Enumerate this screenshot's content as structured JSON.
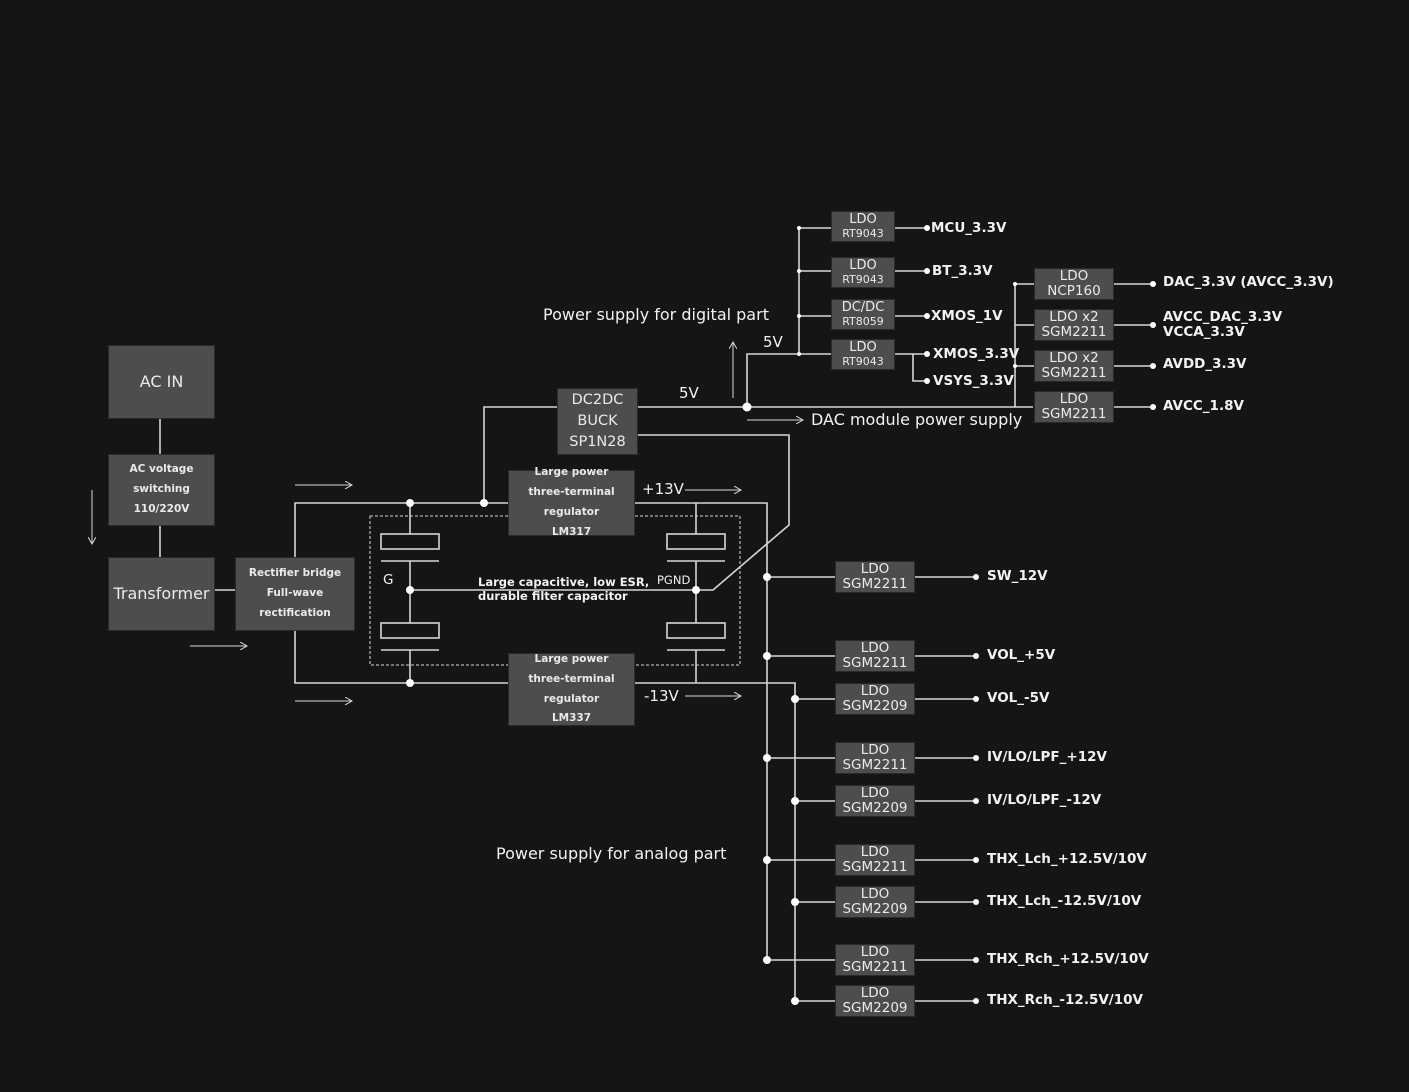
{
  "colors": {
    "background": "#151515",
    "box": "#4d4d4d",
    "wire": "#d6d6d6",
    "text": "#f2f2f2"
  },
  "sections": {
    "digital": "Power supply for digital part",
    "analog": "Power supply for analog part",
    "dac_module": "DAC module power supply"
  },
  "input_chain": {
    "ac_in": "AC IN",
    "ac_switch": [
      "AC voltage switching",
      "110/220V"
    ],
    "transformer": "Transformer",
    "rectifier": [
      "Rectifier bridge",
      "Full-wave rectification"
    ]
  },
  "regulators": {
    "lm317": [
      "Large power",
      "three-terminal regulator",
      "LM317"
    ],
    "lm337": [
      "Large power",
      "three-terminal regulator",
      "LM337"
    ],
    "pos_rail": "+13V",
    "neg_rail": "-13V"
  },
  "filter": {
    "ground_label": "G",
    "pgnd_label": "PGND",
    "caption": [
      "Large capacitive, low ESR,",
      "durable filter capacitor"
    ]
  },
  "dc2dc": {
    "lines": [
      "DC2DC",
      "BUCK",
      "SP1N28"
    ],
    "out_label": "5V",
    "branch_label": "5V"
  },
  "digital_regs": [
    {
      "type": "LDO",
      "part": "RT9043",
      "outputs": [
        "MCU_3.3V"
      ]
    },
    {
      "type": "LDO",
      "part": "RT9043",
      "outputs": [
        "BT_3.3V"
      ]
    },
    {
      "type": "DC/DC",
      "part": "RT8059",
      "outputs": [
        "XMOS_1V"
      ]
    },
    {
      "type": "LDO",
      "part": "RT9043",
      "outputs": [
        "XMOS_3.3V",
        "VSYS_3.3V"
      ]
    }
  ],
  "dac_regs": [
    {
      "type": "LDO",
      "part": "NCP160",
      "outputs": [
        "DAC_3.3V (AVCC_3.3V)"
      ]
    },
    {
      "type": "LDO x2",
      "part": "SGM2211",
      "outputs": [
        "AVCC_DAC_3.3V",
        "VCCA_3.3V"
      ]
    },
    {
      "type": "LDO x2",
      "part": "SGM2211",
      "outputs": [
        "AVDD_3.3V"
      ]
    },
    {
      "type": "LDO",
      "part": "SGM2211",
      "outputs": [
        "AVCC_1.8V"
      ]
    }
  ],
  "analog_regs": [
    {
      "type": "LDO",
      "part": "SGM2211",
      "output": "SW_12V"
    },
    {
      "type": "LDO",
      "part": "SGM2211",
      "output": "VOL_+5V"
    },
    {
      "type": "LDO",
      "part": "SGM2209",
      "output": "VOL_-5V"
    },
    {
      "type": "LDO",
      "part": "SGM2211",
      "output": "IV/LO/LPF_+12V"
    },
    {
      "type": "LDO",
      "part": "SGM2209",
      "output": "IV/LO/LPF_-12V"
    },
    {
      "type": "LDO",
      "part": "SGM2211",
      "output": "THX_Lch_+12.5V/10V"
    },
    {
      "type": "LDO",
      "part": "SGM2209",
      "output": "THX_Lch_-12.5V/10V"
    },
    {
      "type": "LDO",
      "part": "SGM2211",
      "output": "THX_Rch_+12.5V/10V"
    },
    {
      "type": "LDO",
      "part": "SGM2209",
      "output": "THX_Rch_-12.5V/10V"
    }
  ]
}
